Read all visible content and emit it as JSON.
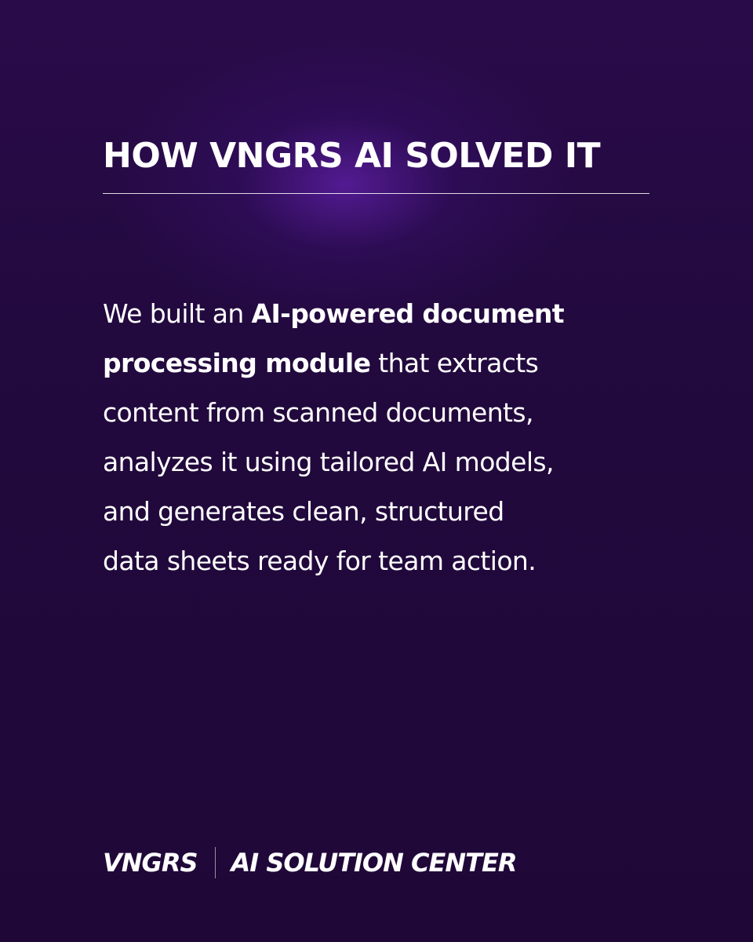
{
  "heading": "HOW VNGRS AI SOLVED IT",
  "body": {
    "line1_prefix": "We built an ",
    "line1_bold": "AI-powered document",
    "line2_bold": "processing module",
    "line2_suffix": " that extracts",
    "line3": "content from scanned documents,",
    "line4": "analyzes it using tailored AI models,",
    "line5": "and generates clean, structured",
    "line6": "data sheets ready for team action."
  },
  "footer": {
    "brand": "VNGRS",
    "tagline": "AI SOLUTION CENTER"
  },
  "colors": {
    "background": "#23093f",
    "glow": "#7828d2",
    "text": "#ffffff"
  }
}
